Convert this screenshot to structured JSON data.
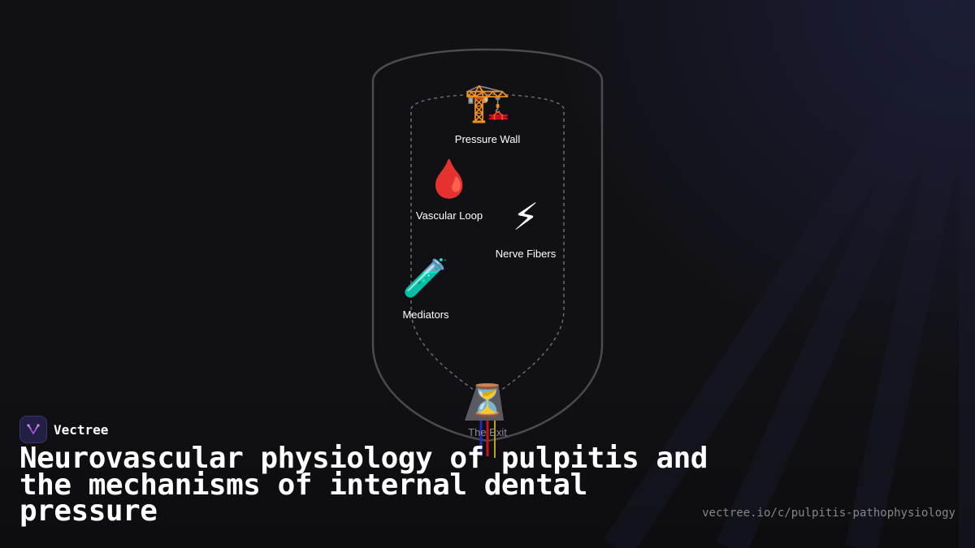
{
  "diagram": {
    "nodes": [
      {
        "icon": "crane-icon",
        "glyph": "🏗️",
        "label": "Pressure Wall"
      },
      {
        "icon": "drop-of-blood-icon",
        "glyph": "🩸",
        "label": "Vascular Loop"
      },
      {
        "icon": "lightning-icon",
        "glyph": "⚡",
        "label": "Nerve Fibers"
      },
      {
        "icon": "test-tube-icon",
        "glyph": "🧪",
        "label": "Mediators"
      }
    ],
    "exit": {
      "icon": "hourglass-icon",
      "glyph": "⏳",
      "label": "The Exit"
    },
    "colors": {
      "outline": "#4a4a4f",
      "dashed": "#6a6a70",
      "vessel_blue": "#1c2fb8",
      "vessel_red": "#c01818",
      "nerve_yellow": "#b8a020"
    }
  },
  "brand": {
    "name": "Vectree",
    "accent": "#a24bd8"
  },
  "title": "Neurovascular physiology of pulpitis and the mechanisms of internal dental pressure",
  "url": "vectree.io/c/pulpitis-pathophysiology"
}
